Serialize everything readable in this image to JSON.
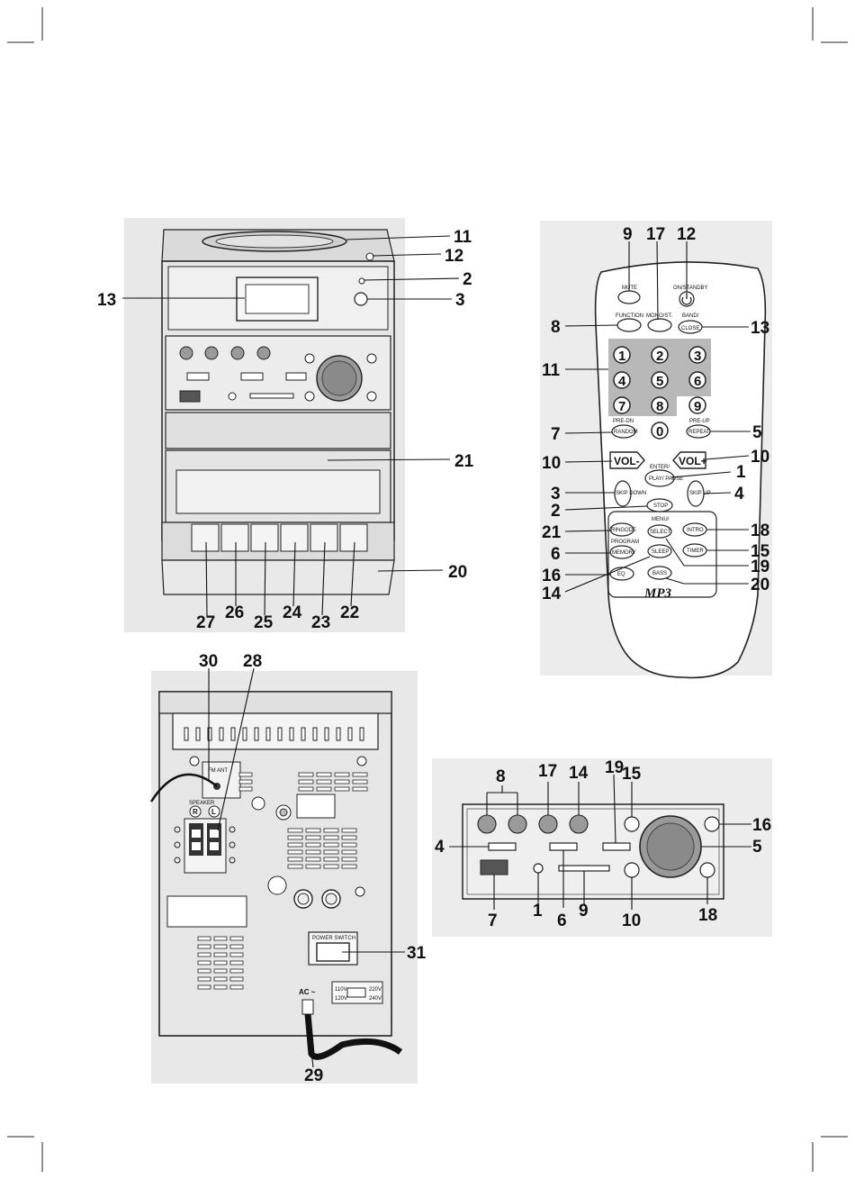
{
  "front_unit": {
    "callouts": [
      "11",
      "12",
      "2",
      "3",
      "13",
      "21",
      "20",
      "27",
      "26",
      "25",
      "24",
      "23",
      "22"
    ]
  },
  "remote": {
    "buttons": {
      "mute": "MUTE",
      "standby": "ON/STANDBY",
      "function": "FUNCTION",
      "mono_st": "MONO/ST.",
      "band": "BAND/",
      "band2": "CLOSE",
      "keypad": [
        "1",
        "2",
        "3",
        "4",
        "5",
        "6",
        "7",
        "8",
        "9",
        "0"
      ],
      "pre_dn": "PRE-DN",
      "random": "RANDOM",
      "pre_up": "PRE-UP",
      "repeat": "REPEAT",
      "vol_minus": "VOL-",
      "vol_plus": "VOL+",
      "enter": "ENTER/",
      "play_pause": "PLAY/ PAUSE",
      "skip_down": "SKIP DOWN",
      "skip_up": "SKIP UP",
      "stop": "STOP",
      "menu": "MENU/",
      "ringode": "RINGODE",
      "select": "SELECT",
      "intro": "INTRO",
      "program": "PROGRAM",
      "memory": "MEMORY",
      "sleep": "SLEEP",
      "timer": "TIMER",
      "eq": "EQ",
      "bass": "BASS",
      "logo": "MP3"
    },
    "callouts_left": [
      "8",
      "11",
      "7",
      "10",
      "3",
      "2",
      "21",
      "6",
      "16",
      "14"
    ],
    "callouts_top": [
      "9",
      "17",
      "12"
    ],
    "callouts_right": [
      "13",
      "5",
      "10",
      "1",
      "4",
      "18",
      "15",
      "19",
      "20"
    ]
  },
  "rear_unit": {
    "labels": {
      "fm_ant": "FM ANT",
      "speaker": "SPEAKER",
      "r": "R",
      "l": "L",
      "power_switch": "POWER SWITCH",
      "ac": "AC ~",
      "v110": "110V",
      "v220": "220V",
      "v120": "120V",
      "v240": "240V"
    },
    "callouts": [
      "30",
      "28",
      "31",
      "29"
    ]
  },
  "panel_detail": {
    "callouts_top": [
      "8",
      "17",
      "14",
      "19",
      "15"
    ],
    "callouts_side": [
      "16",
      "4",
      "5"
    ],
    "callouts_bottom": [
      "7",
      "1",
      "6",
      "9",
      "10",
      "18"
    ]
  }
}
